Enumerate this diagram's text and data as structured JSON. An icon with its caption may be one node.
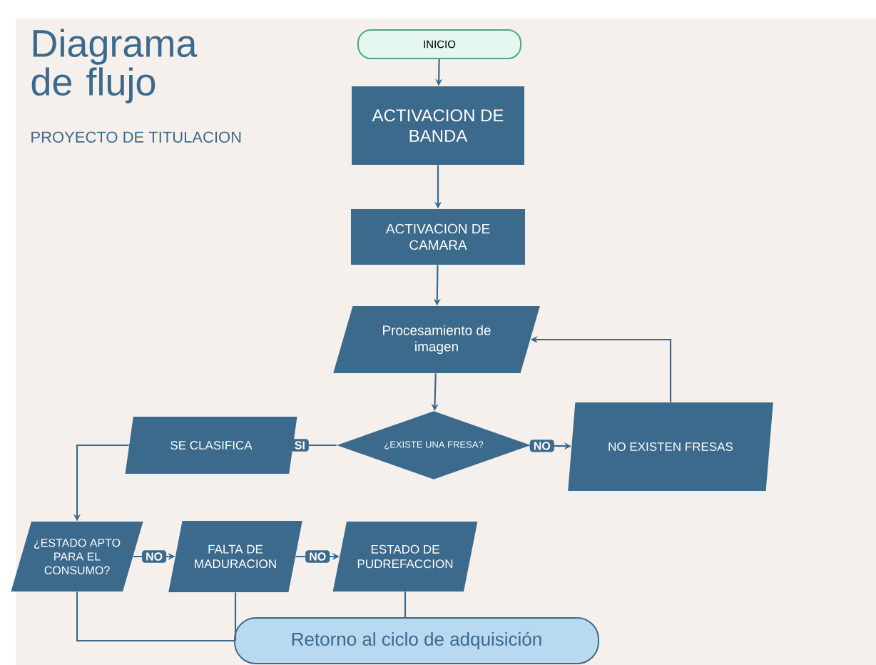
{
  "diagram": {
    "title": "Diagrama de flujo",
    "nodes": [
      {
        "text": [
          "INICIO"
        ]
      },
      {
        "text": [
          "ACTIVACION DE BANDA"
        ]
      },
      {
        "text": [
          "ACTIVACION DE CAMARA"
        ]
      },
      {
        "text": [
          "Procesamiento de imagen"
        ]
      },
      {
        "text": [
          "¿EXISTE UNA FRESA?"
        ]
      },
      {
        "text": [
          "SE CLASIFICA"
        ]
      },
      {
        "text": [
          "NO EXISTEN FRESAS"
        ]
      },
      {
        "text": [
          "¿ESTADO APTO PARA EL CONSUMO?"
        ]
      },
      {
        "text": [
          "FALTA DE MADURACION"
        ]
      },
      {
        "text": [
          "ESTADO DE PUDREFACCION"
        ]
      },
      {
        "text": [
          "Retorno al ciclo de adquisición"
        ]
      }
    ],
    "edges": [
      {
        "from": 0,
        "to": 1,
        "arrow": "to"
      },
      {
        "from": 1,
        "to": 2,
        "arrow": "to"
      },
      {
        "from": 2,
        "to": 3,
        "arrow": "to"
      },
      {
        "from": 3,
        "to": 4,
        "arrow": "to"
      },
      {
        "from": 4,
        "to": 5,
        "arrow": "none",
        "label": "SI"
      },
      {
        "from": 4,
        "to": 6,
        "arrow": "to",
        "label": "NO"
      },
      {
        "from": 6,
        "to": 3,
        "arrow": "to"
      },
      {
        "from": 5,
        "to": 7,
        "arrow": "to"
      },
      {
        "from": 7,
        "to": 8,
        "arrow": "to",
        "label": "NO"
      },
      {
        "from": 8,
        "to": 9,
        "arrow": "to",
        "label": "NO"
      },
      {
        "from": 7,
        "to": 10,
        "arrow": "none"
      },
      {
        "from": 8,
        "to": 10,
        "arrow": "none"
      },
      {
        "from": 9,
        "to": 10,
        "arrow": "none"
      }
    ],
    "labels": [
      "PROYECTO DE TITULACION"
    ]
  }
}
